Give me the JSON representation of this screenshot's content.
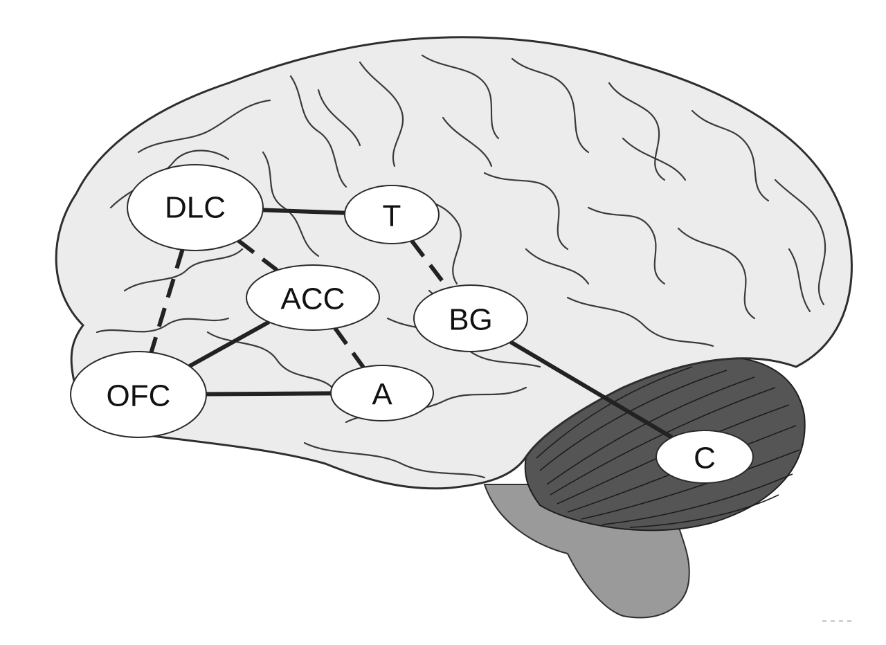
{
  "nodes": [
    {
      "id": "DLC",
      "label": "DLC"
    },
    {
      "id": "T",
      "label": "T"
    },
    {
      "id": "ACC",
      "label": "ACC"
    },
    {
      "id": "BG",
      "label": "BG"
    },
    {
      "id": "OFC",
      "label": "OFC"
    },
    {
      "id": "A",
      "label": "A"
    },
    {
      "id": "C",
      "label": "C"
    }
  ],
  "edges": [
    {
      "from": "DLC",
      "to": "T",
      "style": "solid"
    },
    {
      "from": "DLC",
      "to": "ACC",
      "style": "dashed"
    },
    {
      "from": "DLC",
      "to": "OFC",
      "style": "dashed"
    },
    {
      "from": "T",
      "to": "BG",
      "style": "dashed"
    },
    {
      "from": "ACC",
      "to": "OFC",
      "style": "solid"
    },
    {
      "from": "ACC",
      "to": "A",
      "style": "dashed"
    },
    {
      "from": "OFC",
      "to": "A",
      "style": "solid"
    },
    {
      "from": "BG",
      "to": "C",
      "style": "solid"
    }
  ],
  "colors": {
    "cortex_fill": "#ececec",
    "cortex_outline": "#2e2e2e",
    "cerebellum_fill": "#555555",
    "brainstem_fill": "#9a9a9a",
    "node_fill": "#ffffff",
    "link": "#222222"
  }
}
